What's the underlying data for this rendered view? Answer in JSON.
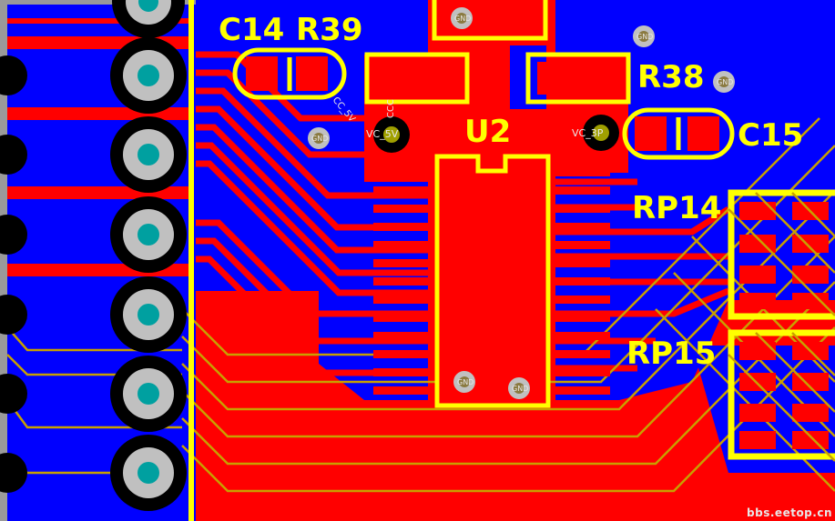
{
  "designators": {
    "c14": "C14",
    "r39": "R39",
    "r38": "R38",
    "u2": "U2",
    "c15": "C15",
    "rp14": "RP14",
    "rp15": "RP15"
  },
  "net_labels": {
    "vcc_rotated_1": "CC_5V",
    "vcc_rotated_2": "CCC",
    "vcc_left": "VC_5V",
    "vcc_right": "VC_3P",
    "gnd": "GND"
  },
  "watermark": "bbs.eetop.cn",
  "colors": {
    "top_copper": "#ff0000",
    "bottom_copper": "#0000ff",
    "silkscreen": "#ffff00",
    "pad_teal": "#00a0a0",
    "pad_gray": "#c0c0c0",
    "via_ring": "#a0a000",
    "trace_gold": "#c8a000"
  }
}
